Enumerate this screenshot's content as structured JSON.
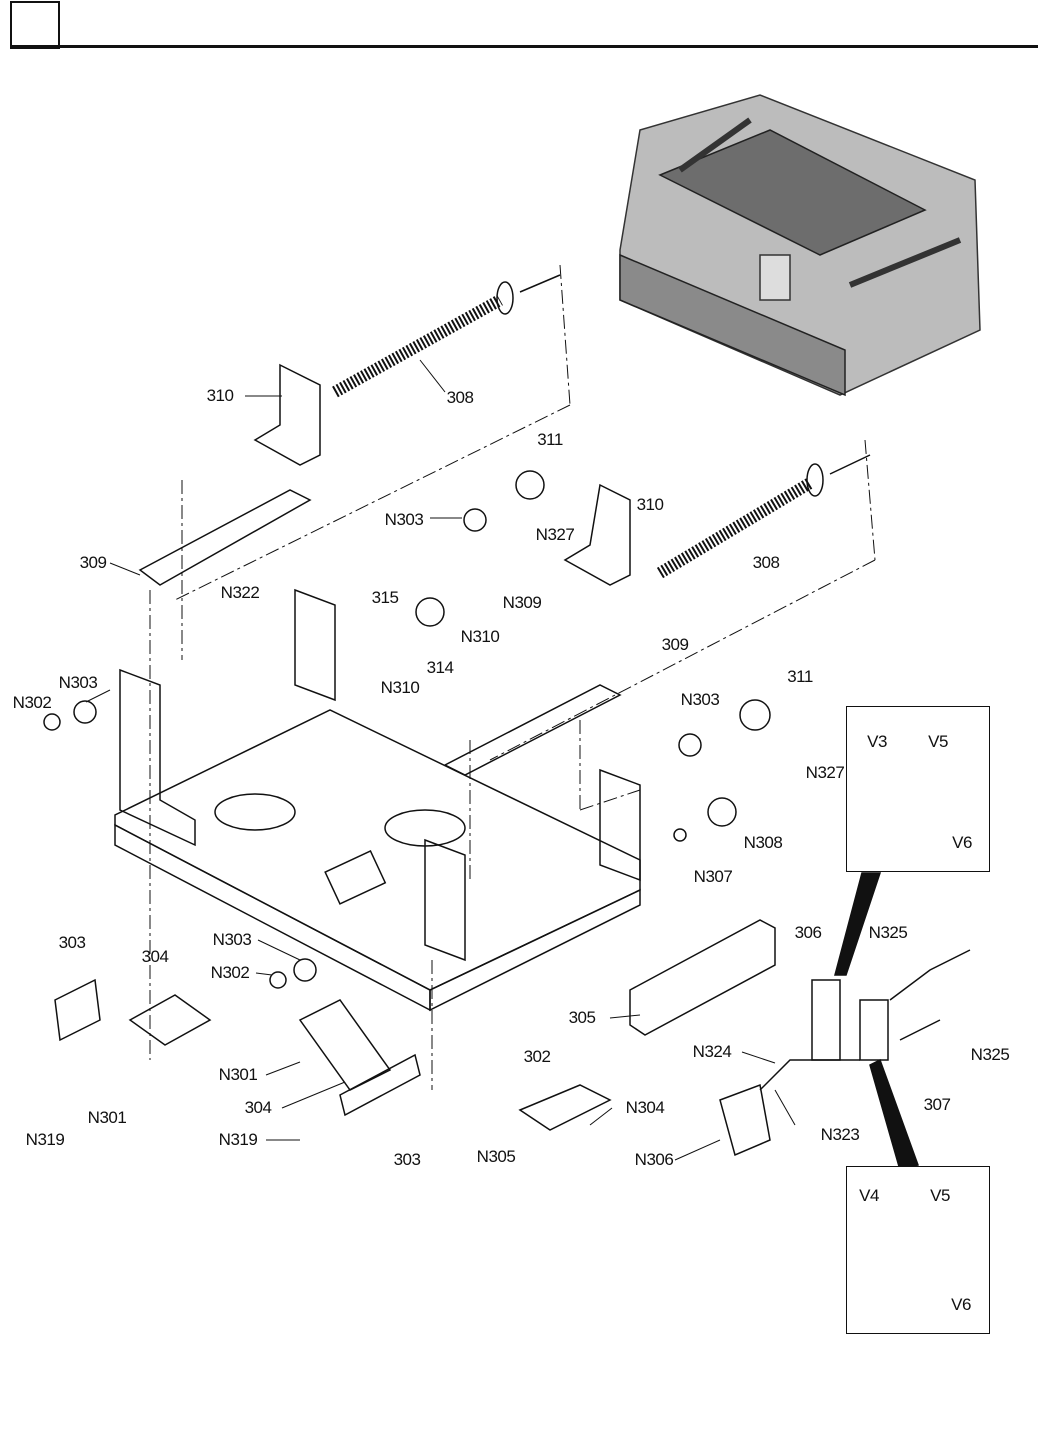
{
  "header": {
    "box_text": ""
  },
  "labels": [
    "310",
    "308",
    "311",
    "N303",
    "N327",
    "310",
    "308",
    "309",
    "N322",
    "315",
    "N309",
    "N310",
    "314",
    "N310",
    "N303",
    "N302",
    "309",
    "311",
    "N303",
    "N327",
    "V3",
    "V5",
    "V6",
    "N308",
    "N307",
    "N303",
    "N302",
    "306",
    "N325",
    "303",
    "304",
    "305",
    "302",
    "N325",
    "N301",
    "N324",
    "304",
    "N301",
    "N319",
    "307",
    "N304",
    "N319",
    "303",
    "N323",
    "N305",
    "N306",
    "V4",
    "V5",
    "V6"
  ],
  "colors": {
    "line": "#111111",
    "photo": "#9a9a9a"
  }
}
